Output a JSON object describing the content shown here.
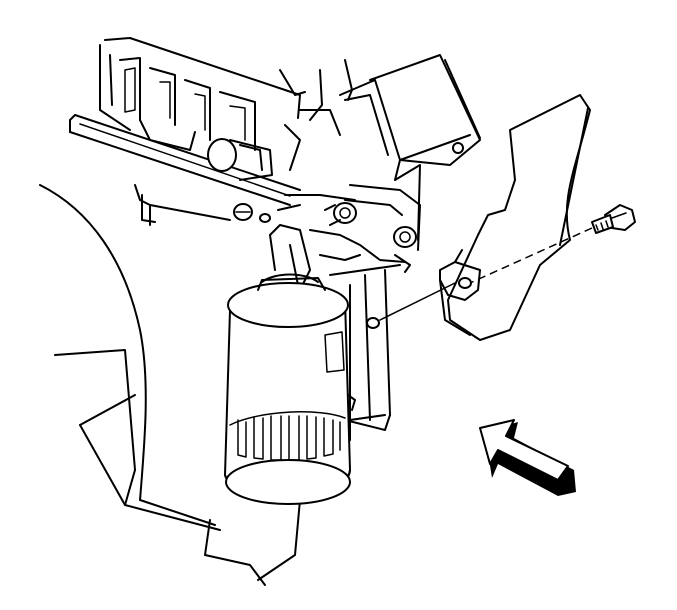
{
  "figure": {
    "components": [
      {
        "name": "engine-block",
        "icon": "engine-block-outline"
      },
      {
        "name": "oil-filter-adapter",
        "icon": "adapter-housing"
      },
      {
        "name": "oil-filter",
        "icon": "cylindrical-filter"
      },
      {
        "name": "heat-shield-bracket",
        "icon": "bracket-plate"
      },
      {
        "name": "mounting-bolt",
        "icon": "hex-bolt"
      },
      {
        "name": "view-direction-arrow",
        "icon": "block-arrow"
      }
    ],
    "colors": {
      "line": "#000000",
      "background": "#ffffff",
      "arrow_shadow": "#000000"
    }
  }
}
